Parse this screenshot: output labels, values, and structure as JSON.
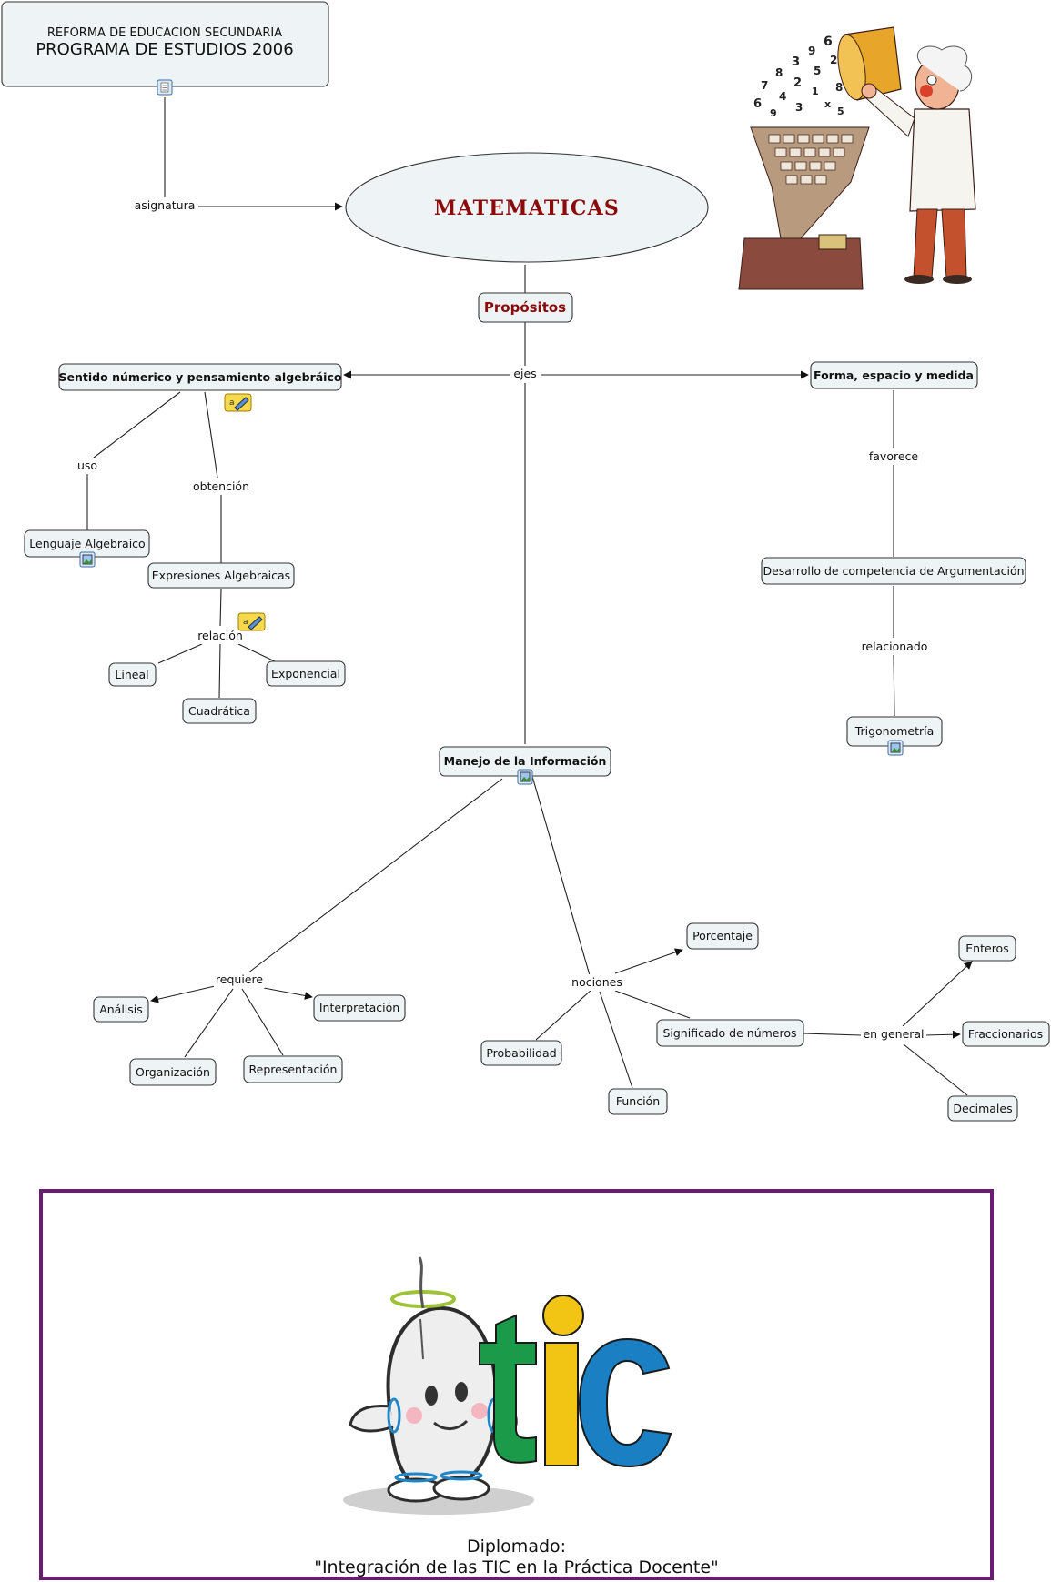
{
  "header_box": {
    "line1": "REFORMA DE EDUCACION SECUNDARIA",
    "line2": "PROGRAMA DE ESTUDIOS 2006"
  },
  "main_concept": "MATEMATICAS",
  "purposes_node": "Propósitos",
  "links": {
    "asignatura": "asignatura",
    "ejes": "ejes",
    "uso": "uso",
    "obtencion": "obtención",
    "relacion": "relación",
    "favorece": "favorece",
    "relacionado": "relacionado",
    "requiere": "requiere",
    "nociones": "nociones",
    "en_general": "en general"
  },
  "nodes": {
    "sentido": "Sentido númerico y pensamiento algebráico",
    "forma": "Forma, espacio y medida",
    "manejo": "Manejo de la Información",
    "lenguaje": "Lenguaje Algebraico",
    "expresiones": "Expresiones Algebraicas",
    "lineal": "Lineal",
    "cuadratica": "Cuadrática",
    "exponencial": "Exponencial",
    "desarrollo": "Desarrollo de competencia de Argumentación",
    "trigonometria": "Trigonometría",
    "analisis": "Análisis",
    "organizacion": "Organización",
    "representacion": "Representación",
    "interpretacion": "Interpretación",
    "porcentaje": "Porcentaje",
    "probabilidad": "Probabilidad",
    "funcion": "Función",
    "significado": "Significado de números",
    "enteros": "Enteros",
    "fraccionarios": "Fraccionarios",
    "decimales": "Decimales"
  },
  "footer": {
    "line1": "Diplomado:",
    "line2": "\"Integración de las TIC en la Práctica Docente\"",
    "logo_letters": "tic"
  },
  "colors": {
    "node_fill": "#eef4f6",
    "main_title": "#8b0a0a",
    "frame": "#6a1b72"
  }
}
